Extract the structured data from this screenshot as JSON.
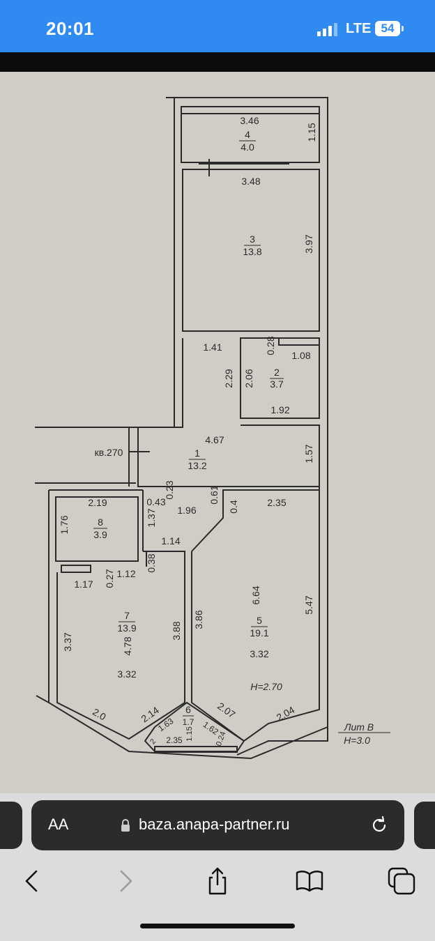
{
  "status_bar": {
    "time": "20:01",
    "network": "LTE",
    "battery": "54"
  },
  "plan": {
    "rooms": [
      {
        "number": "4",
        "area": "4.0"
      },
      {
        "number": "3",
        "area": "13.8"
      },
      {
        "number": "2",
        "area": "3.7"
      },
      {
        "number": "1",
        "area": "13.2"
      },
      {
        "number": "8",
        "area": "3.9"
      },
      {
        "number": "7",
        "area": "13.9"
      },
      {
        "number": "5",
        "area": "19.1"
      },
      {
        "number": "6",
        "area": "1.7"
      }
    ],
    "dimensions": [
      "3.46",
      "1.15",
      "3.48",
      "3.97",
      "1.41",
      "0.28",
      "1.08",
      "2.29",
      "2.06",
      "1.92",
      "4.67",
      "1.57",
      "0.23",
      "0.61",
      "0.4",
      "2.35",
      "2.19",
      "0.43",
      "1.37",
      "1.96",
      "1.76",
      "1.14",
      "0.38",
      "0.27",
      "1.12",
      "1.17",
      "6.64",
      "5.47",
      "3.37",
      "4.78",
      "3.88",
      "3.86",
      "3.32",
      "3.32",
      "2.0",
      "2.14",
      "1.63",
      "1.62",
      "2.07",
      "2.04",
      "1.15",
      "0.24",
      "2.35",
      "2"
    ],
    "apartment_label": "кв.270",
    "height_note": "H=2.70",
    "lit_label": "Лит В",
    "lit_height": "H=3.0"
  },
  "browser": {
    "aa_label": "AA",
    "url": "baza.anapa-partner.ru",
    "icons": {
      "lock": "lock-icon",
      "reload": "reload-icon",
      "back": "back-icon",
      "forward": "forward-icon",
      "share": "share-icon",
      "bookmarks": "bookmarks-icon",
      "tabs": "tabs-icon"
    }
  },
  "colors": {
    "status_bar": "#2f8af2",
    "plan_paper": "#cfcdc6",
    "url_bar": "#2b2b2b"
  }
}
